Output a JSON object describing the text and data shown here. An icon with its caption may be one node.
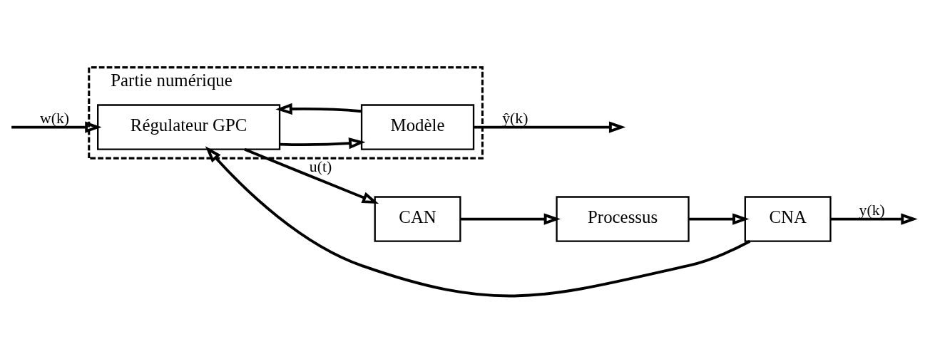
{
  "diagram": {
    "nodes": [
      {
        "text": [
          "Partie numérique"
        ]
      },
      {
        "text": [
          "Régulateur GPC"
        ],
        "in": 0
      },
      {
        "text": [
          "CAN"
        ]
      },
      {
        "text": [
          "Processus"
        ]
      },
      {
        "text": [
          "CNA"
        ]
      },
      {
        "text": [
          "Modèle"
        ],
        "in": 0
      }
    ],
    "edges": [
      {
        "from": null,
        "to": 1,
        "arrow": "to",
        "label": "w(k)"
      },
      {
        "from": 1,
        "to": 2,
        "arrow": "to",
        "label": "u(t)"
      },
      {
        "from": 2,
        "to": 3,
        "arrow": "to"
      },
      {
        "from": 3,
        "to": 4,
        "arrow": "to"
      },
      {
        "from": 4,
        "to": null,
        "arrow": "to",
        "label": "y(k)"
      },
      {
        "from": 4,
        "to": 1,
        "arrow": "to"
      },
      {
        "from": 1,
        "to": 5,
        "arrow": "to"
      },
      {
        "from": 5,
        "to": null,
        "arrow": "to",
        "label": "ŷ(k)"
      },
      {
        "from": 5,
        "to": 1,
        "arrow": "to"
      }
    ]
  }
}
